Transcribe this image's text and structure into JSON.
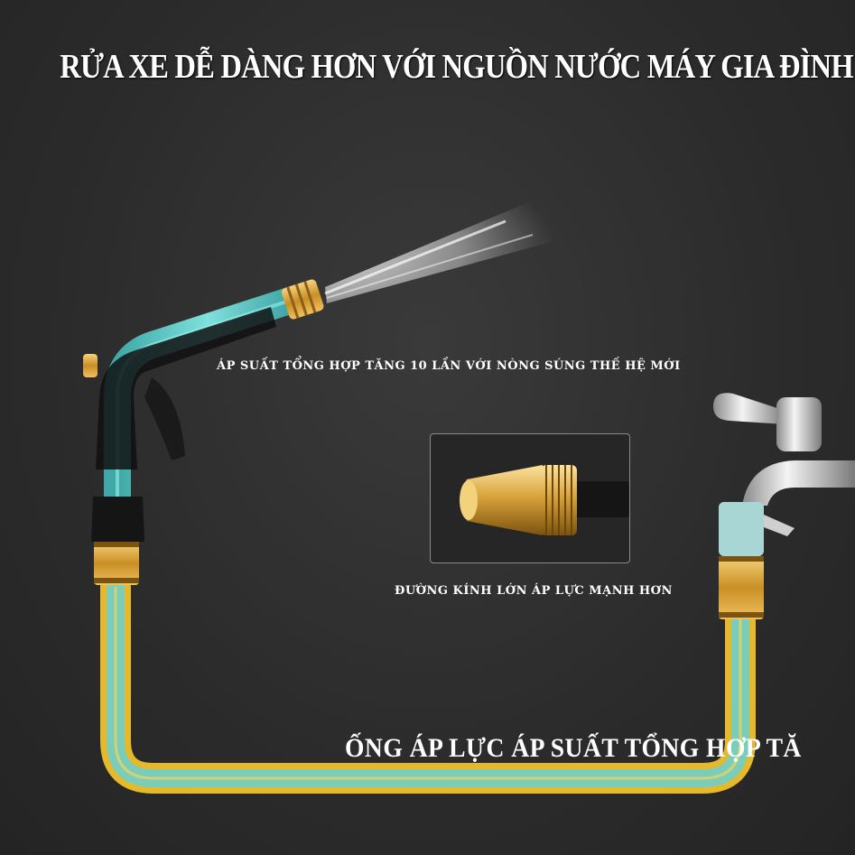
{
  "headline": "RỬA XE DỄ DÀNG HƠN VỚI NGUỒN NƯỚC MÁY GIA ĐÌNH",
  "captions": {
    "pressure": "ÁP SUẤT TỔNG HỢP TĂNG 10 LẦN VỚI NÒNG SÚNG THẾ HỆ MỚI",
    "diameter": "ĐƯỜNG KÍNH LỚN ÁP LỰC MẠNH HƠN",
    "hose": "ỐNG ÁP LỰC ÁP SUẤT TỔNG HỢP TĂ"
  },
  "colors": {
    "background": "#2e2e2e",
    "hose_teal": "#5cc7c4",
    "hose_yellow": "#f2c230",
    "brass": "#d9a93a",
    "text": "#ffffff"
  },
  "icons": [
    "spray-gun-icon",
    "water-spray-icon",
    "brass-nozzle-icon",
    "faucet-icon",
    "hose-icon"
  ]
}
